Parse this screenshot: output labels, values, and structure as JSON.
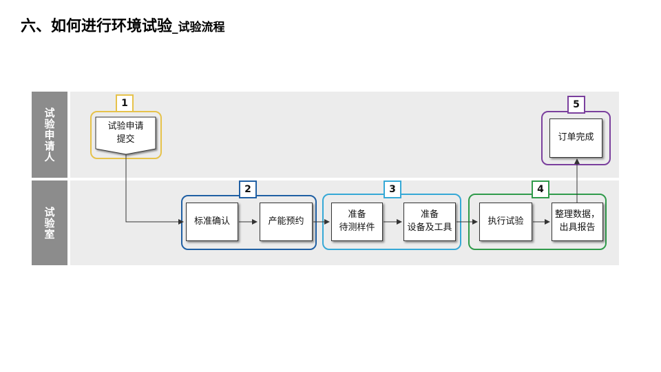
{
  "title": {
    "main": "六、如何进行环境试验",
    "sub": "_试验流程"
  },
  "lanes": {
    "applicant": "试验申请人",
    "lab": "试验室"
  },
  "steps": {
    "s1": {
      "number": "1",
      "boxes": [
        "试验申请\n提交"
      ]
    },
    "s2": {
      "number": "2",
      "boxes": [
        "标准确认",
        "产能预约"
      ]
    },
    "s3": {
      "number": "3",
      "boxes": [
        "准备\n待测样件",
        "准备\n设备及工具"
      ]
    },
    "s4": {
      "number": "4",
      "boxes": [
        "执行试验",
        "整理数据，\n出具报告"
      ]
    },
    "s5": {
      "number": "5",
      "boxes": [
        "订单完成"
      ]
    }
  },
  "colors": {
    "s1": "#e6c24a",
    "s2": "#1f5fa3",
    "s3": "#35a8d6",
    "s4": "#2f9a4a",
    "s5": "#7a3f9d",
    "lane_label": "#8c8c8c",
    "lane_bg": "#ececec"
  }
}
